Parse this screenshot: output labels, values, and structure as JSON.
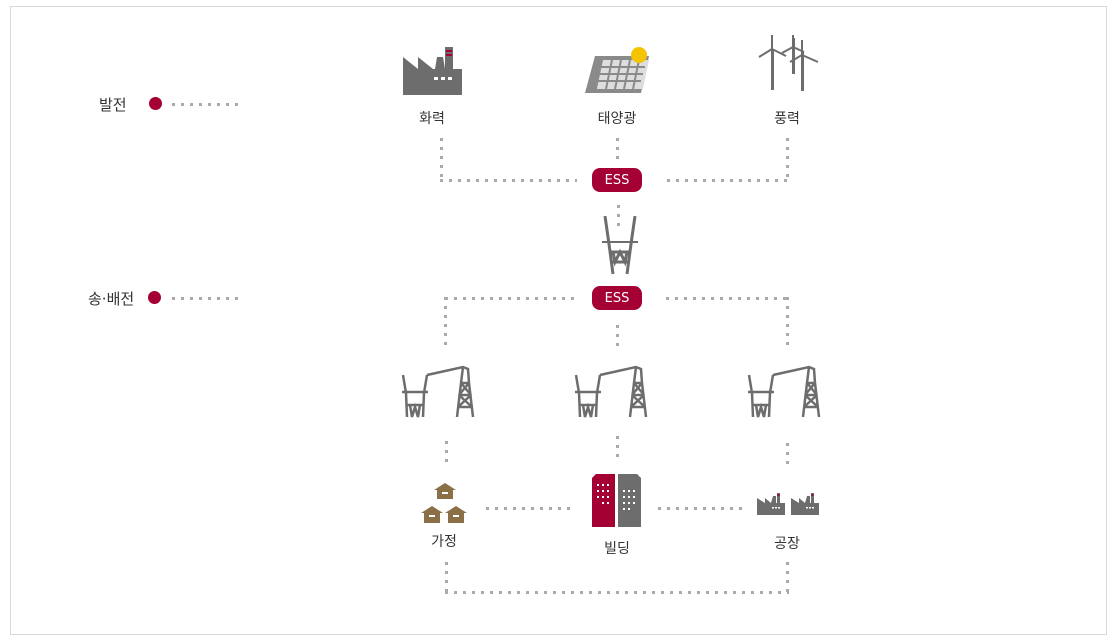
{
  "levels": {
    "generation": "발전",
    "transmission": "송·배전"
  },
  "sources": {
    "thermal": "화력",
    "solar": "태양광",
    "wind": "풍력"
  },
  "ess": {
    "top": "ESS",
    "middle": "ESS"
  },
  "consumers": {
    "home": "가정",
    "building": "빌딩",
    "factory": "공장"
  },
  "colors": {
    "accent": "#a50034",
    "icon_gray": "#6d6d6d",
    "house": "#8b6f47",
    "dots": "#aaaaaa"
  }
}
